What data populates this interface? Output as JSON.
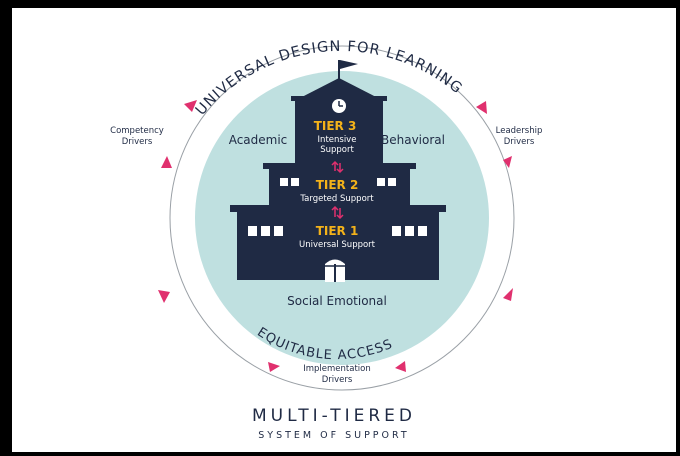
{
  "arc_top_text": "UNIVERSAL DESIGN FOR LEARNING",
  "arc_bottom_text": "EQUITABLE ACCESS",
  "drivers": {
    "left": [
      "Competency",
      "Drivers"
    ],
    "right": [
      "Leadership",
      "Drivers"
    ],
    "bottom": [
      "Implementation",
      "Drivers"
    ]
  },
  "domains": {
    "academic": "Academic",
    "behavioral": "Behavioral",
    "social_emotional": "Social Emotional"
  },
  "tiers": [
    {
      "title": "TIER 3",
      "subtitle_lines": [
        "Intensive",
        "Support"
      ]
    },
    {
      "title": "TIER 2",
      "subtitle_lines": [
        "Targeted Support"
      ]
    },
    {
      "title": "TIER 1",
      "subtitle_lines": [
        "Universal Support"
      ]
    }
  ],
  "footer": {
    "title": "MULTI-TIERED",
    "subtitle": "SYSTEM OF SUPPORT"
  },
  "colors": {
    "navy": "#1f2a44",
    "teal_circle": "#bfe0e0",
    "gold": "#f3b21a",
    "arrow_pink": "#e0306e"
  }
}
